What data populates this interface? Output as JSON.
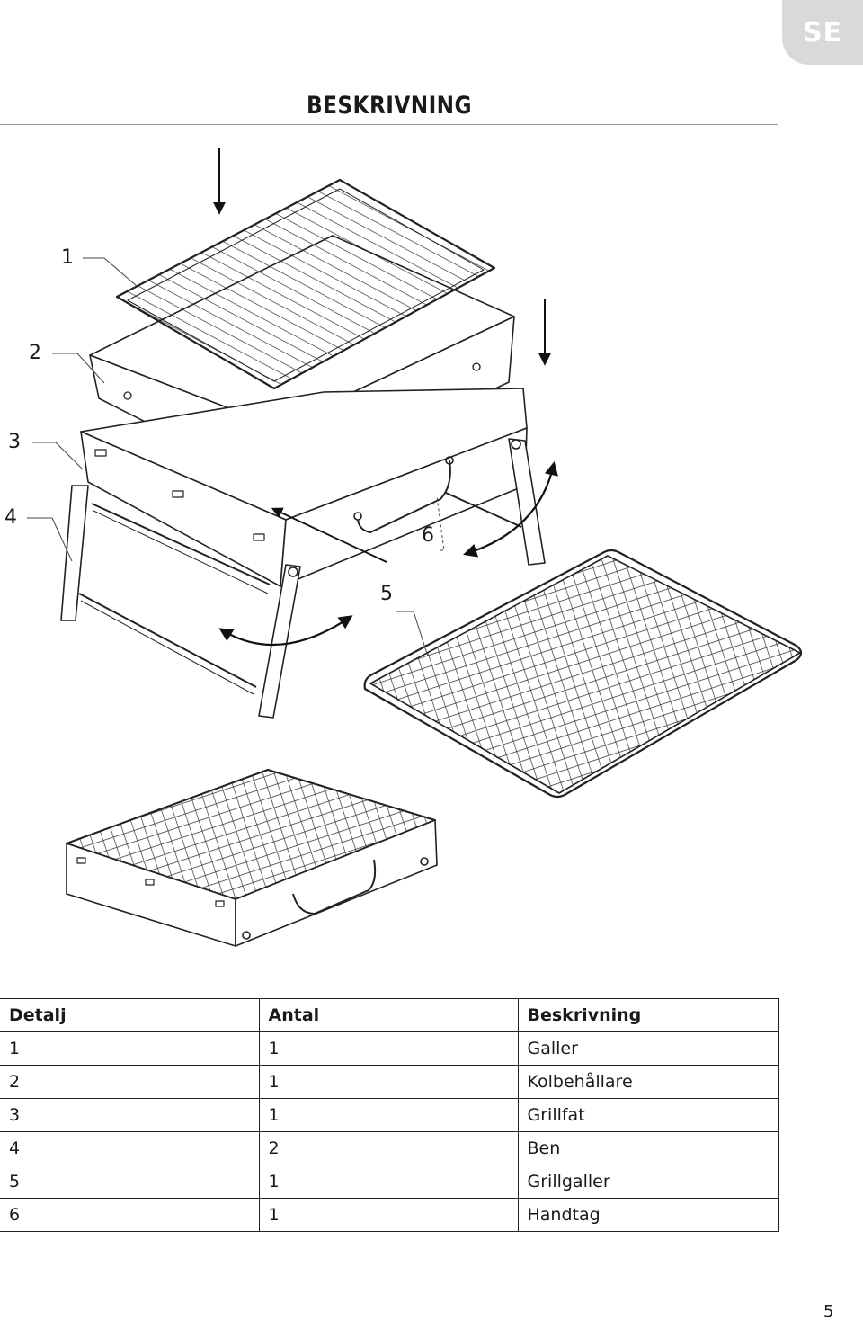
{
  "header": {
    "lang": "SE",
    "title": "BESKRIVNING"
  },
  "figure": {
    "callouts": [
      {
        "id": "1",
        "text": "1"
      },
      {
        "id": "2",
        "text": "2"
      },
      {
        "id": "3",
        "text": "3"
      },
      {
        "id": "4",
        "text": "4"
      },
      {
        "id": "5",
        "text": "5"
      },
      {
        "id": "6",
        "text": "6"
      }
    ]
  },
  "table": {
    "headers": [
      "Detalj",
      "Antal",
      "Beskrivning"
    ],
    "rows": [
      [
        "1",
        "1",
        "Galler"
      ],
      [
        "2",
        "1",
        "Kolbehållare"
      ],
      [
        "3",
        "1",
        "Grillfat"
      ],
      [
        "4",
        "2",
        "Ben"
      ],
      [
        "5",
        "1",
        "Grillgaller"
      ],
      [
        "6",
        "1",
        "Handtag"
      ]
    ]
  },
  "footer": {
    "page_number": "5"
  }
}
